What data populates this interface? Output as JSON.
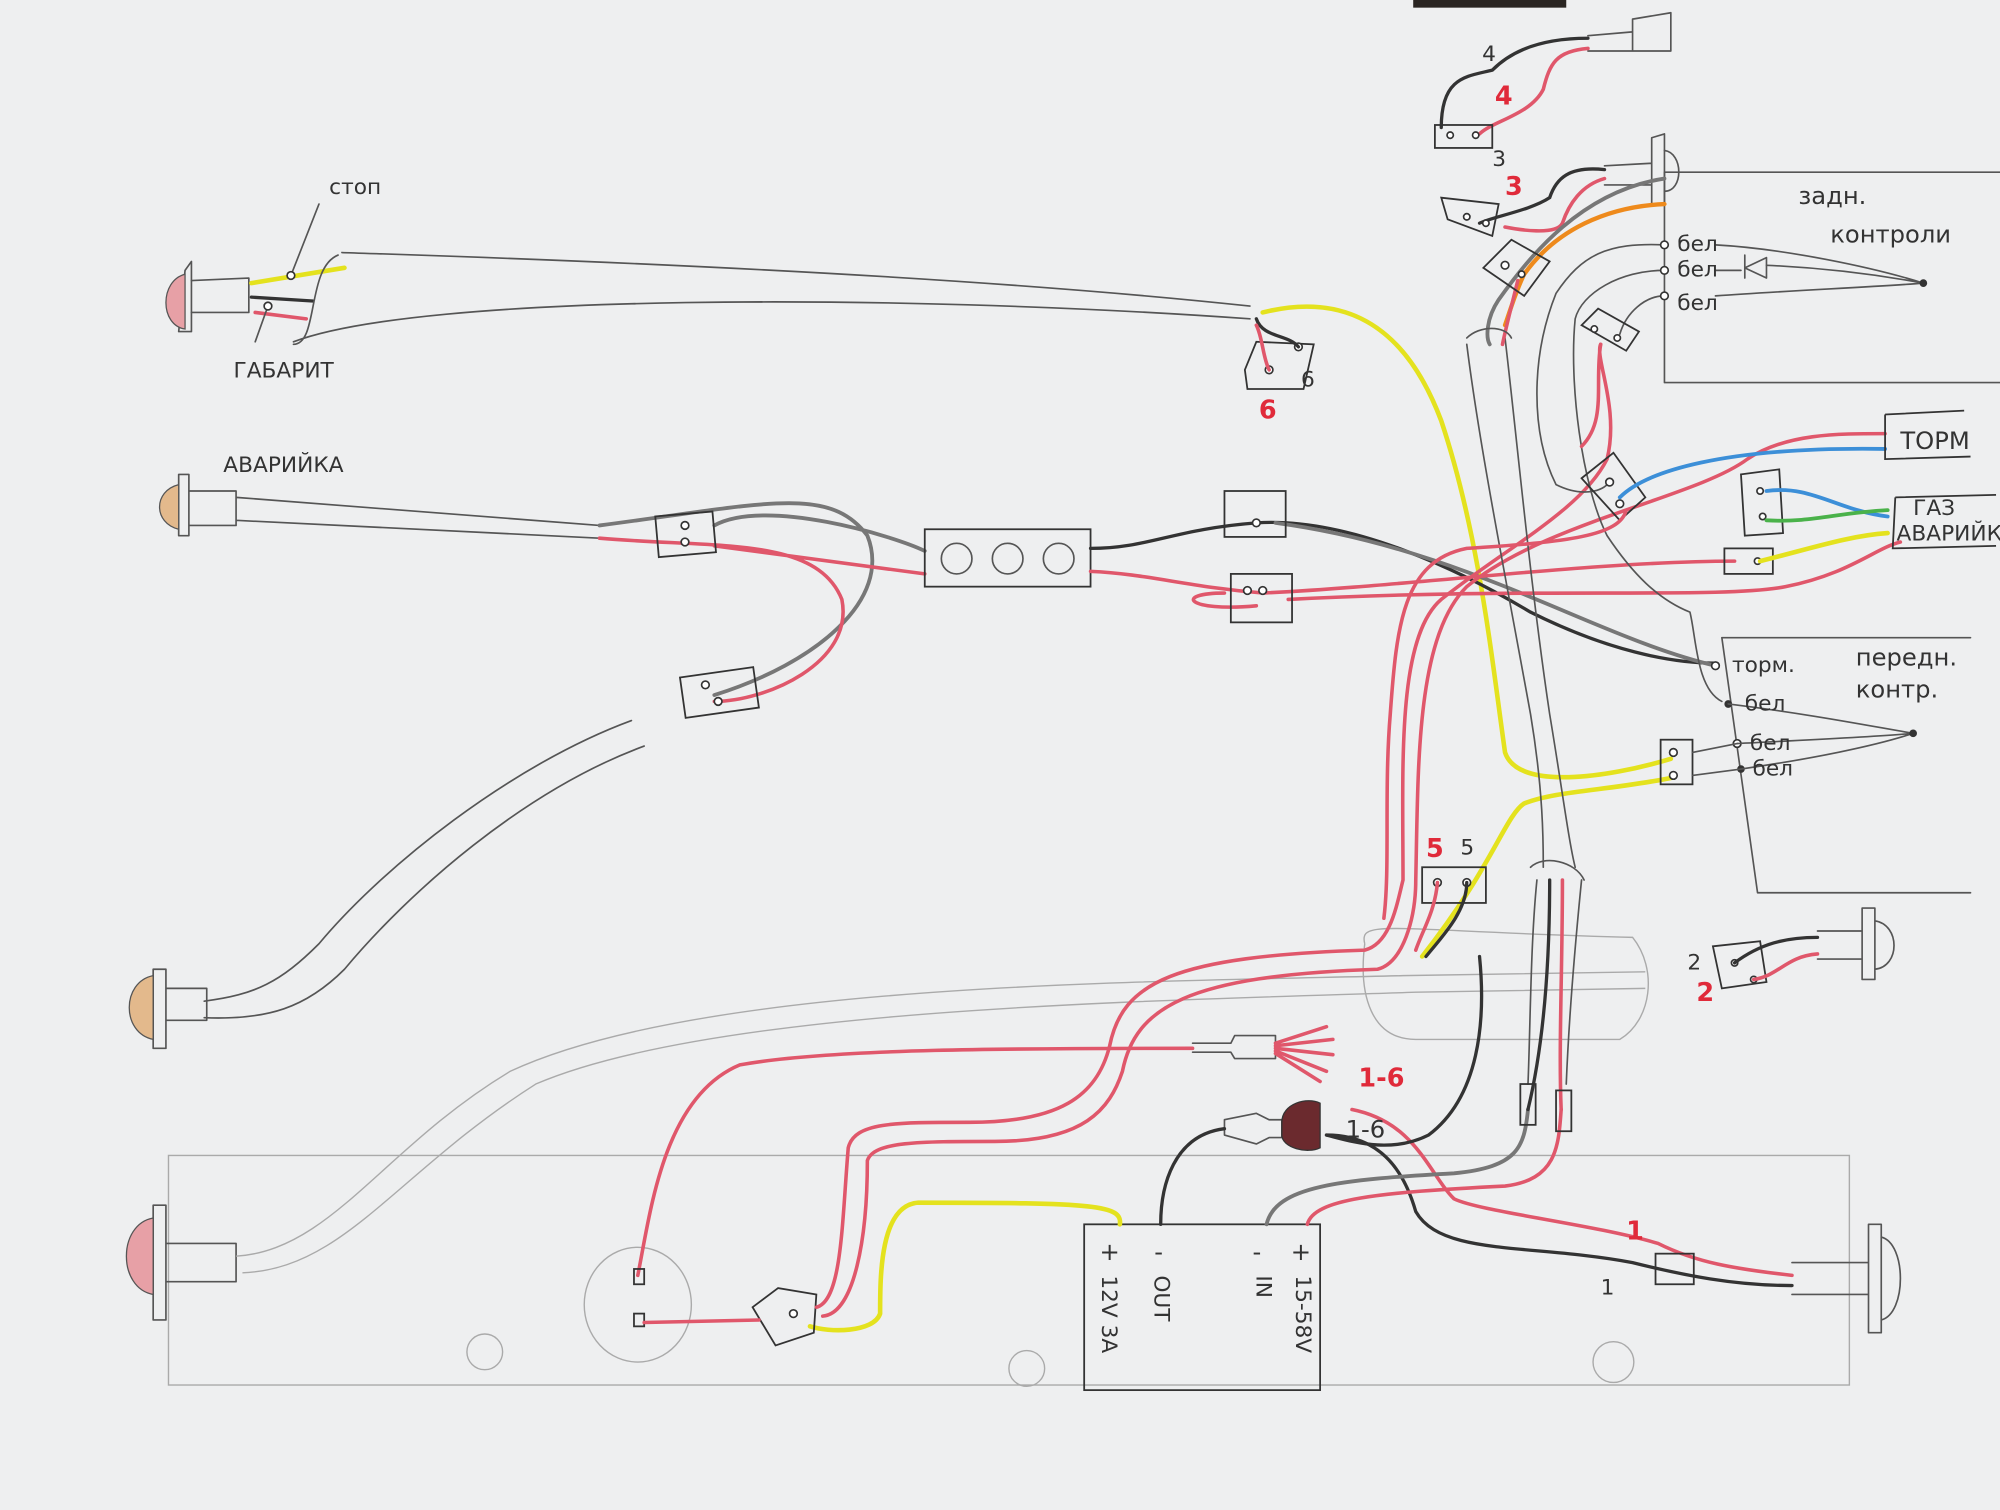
{
  "labels": {
    "stop": "стоп",
    "gabarit": "ГАБАРИТ",
    "avariyka_lamp": "АВАРИЙКА",
    "rear_control": [
      "задн.",
      "контроли"
    ],
    "front_control": [
      "передн.",
      "контр."
    ],
    "bel": "бел",
    "torm_small": "торм.",
    "torm_box": "ТОРМ",
    "gaz_box": [
      "ГАЗ",
      "АВАРИЙКА"
    ],
    "wire_numbers": {
      "n6_black": "6",
      "n6_red": "6",
      "n5_black": "5",
      "n5_red": "5",
      "n4_black": "4",
      "n4_red": "4",
      "n3_black": "3",
      "n3_red": "3",
      "n2_black": "2",
      "n2_red": "2",
      "n1_black": "1",
      "n1_red": "1",
      "bundle_red": "1-6",
      "bundle_black": "1-6"
    }
  },
  "converter": {
    "out_plus": "+",
    "out_minus": "-",
    "out_label": "OUT",
    "out_rating": "12V 3A",
    "in_plus": "+",
    "in_minus": "-",
    "in_label": "IN",
    "in_rating": "15-58V"
  },
  "colors": {
    "red": "#e0576b",
    "black": "#333333",
    "yellow": "#e4e21e",
    "blue": "#3c8fd8",
    "green": "#4ab24a",
    "orange": "#ee8a1c"
  }
}
